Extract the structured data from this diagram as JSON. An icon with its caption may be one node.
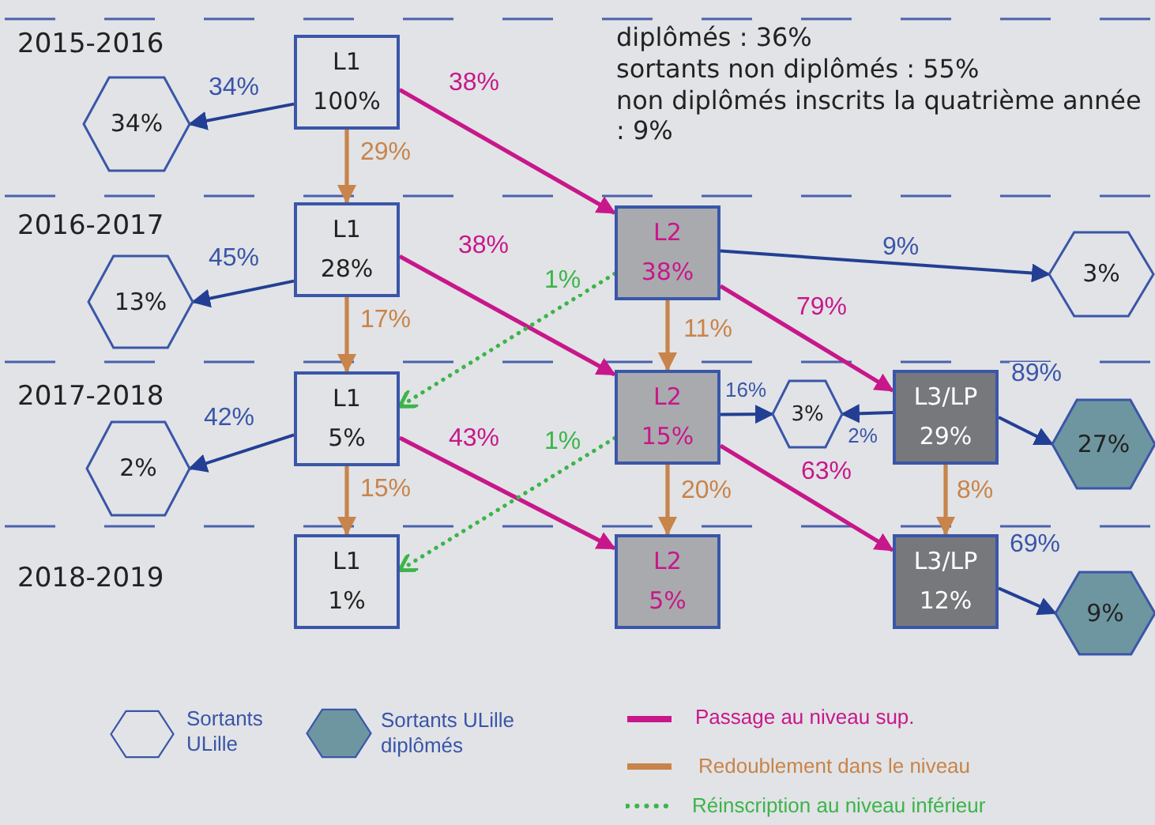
{
  "diagram": {
    "nodes": [
      {
        "text": [
          "L1",
          "100%"
        ]
      },
      {
        "text": [
          "34%"
        ]
      },
      {
        "text": [
          "L1",
          "28%"
        ]
      },
      {
        "text": [
          "13%"
        ]
      },
      {
        "text": [
          "L2",
          "38%"
        ]
      },
      {
        "text": [
          "3%"
        ]
      },
      {
        "text": [
          "L1",
          "5%"
        ]
      },
      {
        "text": [
          "2%"
        ]
      },
      {
        "text": [
          "L2",
          "15%"
        ]
      },
      {
        "text": [
          "3%"
        ]
      },
      {
        "text": [
          "L3/LP",
          "29%"
        ]
      },
      {
        "text": [
          "27%"
        ]
      },
      {
        "text": [
          "L1",
          "1%"
        ]
      },
      {
        "text": [
          "L2",
          "5%"
        ]
      },
      {
        "text": [
          "L3/LP",
          "12%"
        ]
      },
      {
        "text": [
          "9%"
        ]
      }
    ],
    "edges": [
      {
        "from": 0,
        "to": 1,
        "arrow": "to",
        "label": "34%"
      },
      {
        "from": 0,
        "to": 2,
        "arrow": "to",
        "label": "29%",
        "color": "#c8844a"
      },
      {
        "from": 0,
        "to": 4,
        "arrow": "to",
        "label": "38%",
        "color": "#c8178a"
      },
      {
        "from": 2,
        "to": 3,
        "arrow": "to",
        "label": "45%"
      },
      {
        "from": 2,
        "to": 6,
        "arrow": "to",
        "label": "17%",
        "color": "#c8844a"
      },
      {
        "from": 2,
        "to": 8,
        "arrow": "to",
        "label": "38%",
        "color": "#c8178a"
      },
      {
        "from": 4,
        "to": 6,
        "arrow": "to",
        "label": "1%",
        "style": "dashed",
        "color": "#3cb44a"
      },
      {
        "from": 4,
        "to": 5,
        "arrow": "to",
        "label": "9%"
      },
      {
        "from": 4,
        "to": 8,
        "arrow": "to",
        "label": "11%",
        "color": "#c8844a"
      },
      {
        "from": 4,
        "to": 10,
        "arrow": "to",
        "label": "79%",
        "color": "#c8178a"
      },
      {
        "from": 6,
        "to": 7,
        "arrow": "to",
        "label": "42%"
      },
      {
        "from": 6,
        "to": 12,
        "arrow": "to",
        "label": "15%",
        "color": "#c8844a"
      },
      {
        "from": 6,
        "to": 13,
        "arrow": "to",
        "label": "43%",
        "color": "#c8178a"
      },
      {
        "from": 8,
        "to": 12,
        "arrow": "to",
        "label": "1%",
        "style": "dashed",
        "color": "#3cb44a"
      },
      {
        "from": 8,
        "to": 9,
        "arrow": "to",
        "label": "16%"
      },
      {
        "from": 10,
        "to": 9,
        "arrow": "to",
        "label": "2%"
      },
      {
        "from": 8,
        "to": 13,
        "arrow": "to",
        "label": "20%",
        "color": "#c8844a"
      },
      {
        "from": 8,
        "to": 14,
        "arrow": "to",
        "label": "63%",
        "color": "#c8178a"
      },
      {
        "from": 10,
        "to": 11,
        "arrow": "to",
        "label": "89%"
      },
      {
        "from": 10,
        "to": 14,
        "arrow": "to",
        "label": "8%",
        "color": "#c8844a"
      },
      {
        "from": 14,
        "to": 15,
        "arrow": "to",
        "label": "69%"
      }
    ],
    "labels": [
      "2015-2016",
      "diplômés : 36%",
      "sortants non diplômés : 55%",
      "non diplômés inscrits la quatrième année : 9%",
      "2016-2017",
      "2017-2018",
      "2018-2019"
    ],
    "legend": [
      {
        "text": "Sortants ULille"
      },
      {
        "text": "Sortants ULille diplômés",
        "color": "#6e96a0"
      },
      {
        "text": "Passage au niveau sup.",
        "color": "#c8178a"
      },
      {
        "text": "Redoublement dans le niveau",
        "color": "#c8844a"
      },
      {
        "text": "Réinscription au niveau inférieur",
        "color": "#3cb44a"
      }
    ]
  }
}
